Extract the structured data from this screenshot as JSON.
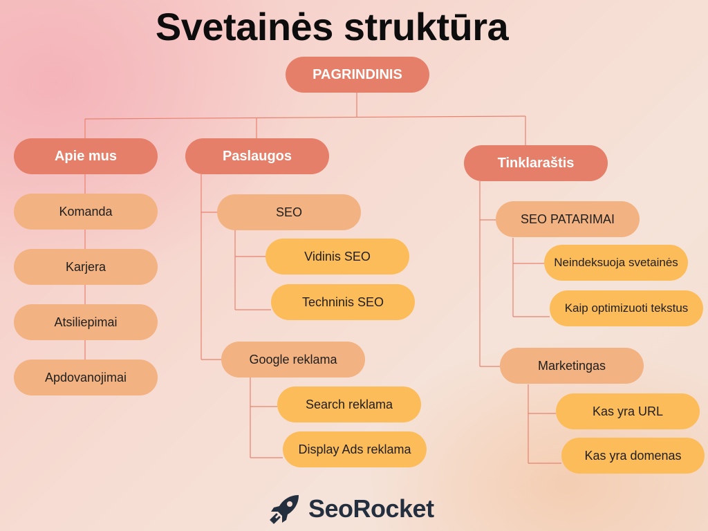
{
  "title": "Svetainės struktūra",
  "root": "PAGRINDINIS",
  "sections": {
    "apie": {
      "label": "Apie mus",
      "children": [
        "Komanda",
        "Karjera",
        "Atsiliepimai",
        "Apdovanojimai"
      ]
    },
    "paslaugos": {
      "label": "Paslaugos",
      "seo": {
        "label": "SEO",
        "children": [
          "Vidinis SEO",
          "Techninis SEO"
        ]
      },
      "google": {
        "label": "Google reklama",
        "children": [
          "Search reklama",
          "Display Ads reklama"
        ]
      }
    },
    "tinklarastis": {
      "label": "Tinklaraštis",
      "patarimai": {
        "label": "SEO PATARIMAI",
        "children": [
          "Neindeksuoja svetainės",
          "Kaip optimizuoti tekstus"
        ]
      },
      "marketingas": {
        "label": "Marketingas",
        "children": [
          "Kas yra URL",
          "Kas yra domenas"
        ]
      }
    }
  },
  "logo": {
    "text": "SeoRocket",
    "icon": "rocket-icon"
  },
  "colors": {
    "root": "#e57f69",
    "level1": "#e57f69",
    "level2": "#f2b282",
    "level3": "#fdbc5a",
    "connector": "#e8826e"
  }
}
